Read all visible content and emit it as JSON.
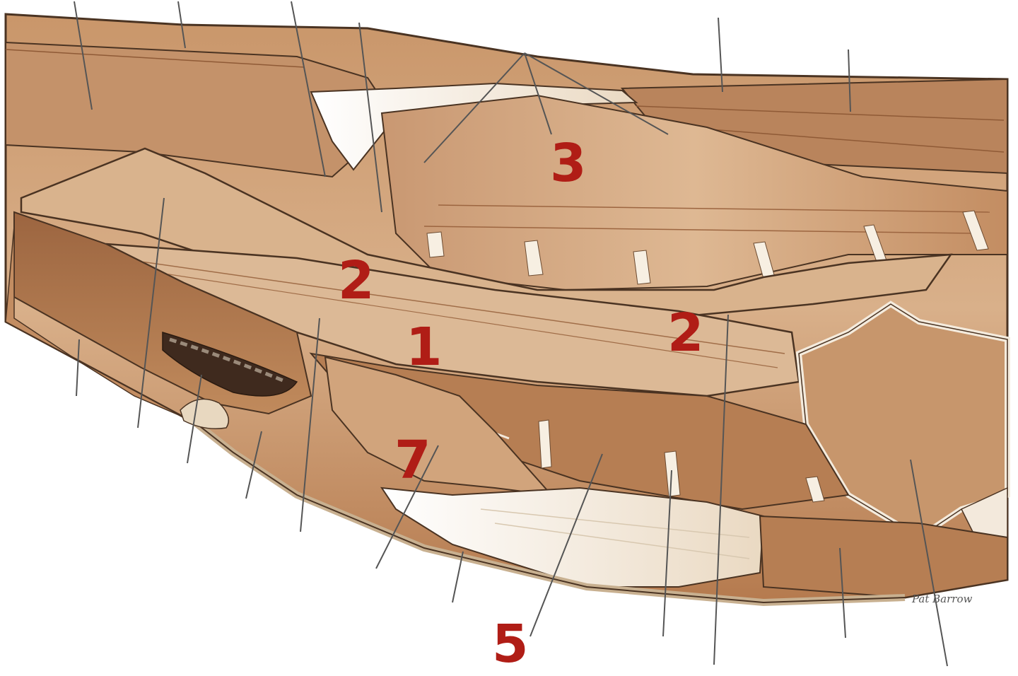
{
  "figure": {
    "subject": "anatomical illustration of a muscle group with numbered labels",
    "labels": [
      {
        "id": "label-3",
        "text": "3"
      },
      {
        "id": "label-2a",
        "text": "2"
      },
      {
        "id": "label-2b",
        "text": "2"
      },
      {
        "id": "label-1",
        "text": "1"
      },
      {
        "id": "label-7",
        "text": "7"
      },
      {
        "id": "label-5",
        "text": "5"
      }
    ],
    "signature": "Pat Barrow",
    "colors": {
      "label": "#b01d16",
      "muscle_light": "#d6ab80",
      "muscle_mid": "#c08a5c",
      "muscle_dark": "#8f5a36",
      "tendon": "#f6eee2",
      "outline": "#4a3322",
      "leader_line": "#555555"
    }
  }
}
